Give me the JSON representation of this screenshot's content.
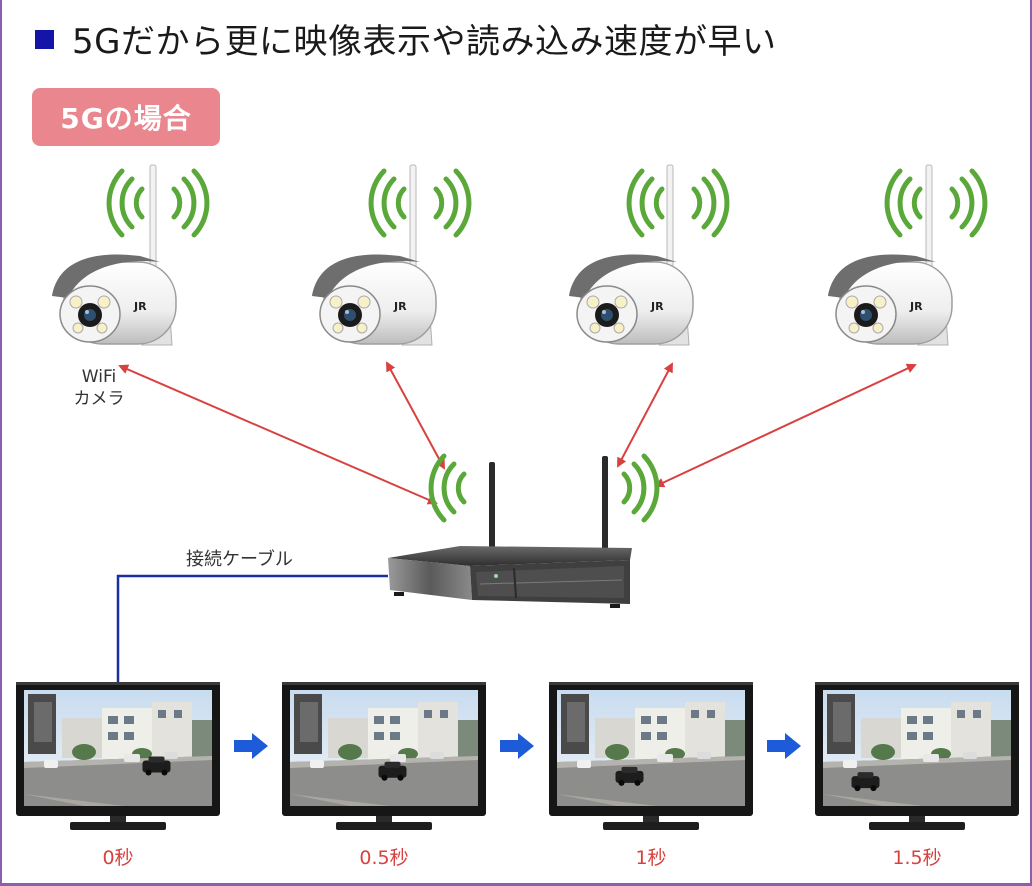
{
  "header": {
    "title": "5Gだから更に映像表示や読み込み速度が早い"
  },
  "badge": {
    "label": "5Gの場合"
  },
  "labels": {
    "camera_line1": "WiFi",
    "camera_line2": "カメラ",
    "cable": "接続ケーブル"
  },
  "monitors": [
    {
      "time": "0秒",
      "car_progress": 0.75
    },
    {
      "time": "0.5秒",
      "car_progress": 0.55
    },
    {
      "time": "1秒",
      "car_progress": 0.35
    },
    {
      "time": "1.5秒",
      "car_progress": 0.15
    }
  ],
  "colors": {
    "accent_square": "#1414a8",
    "badge_bg": "#e9868e",
    "signal_wave": "#5aa83a",
    "arrow_red": "#d8413f",
    "cable_blue": "#1a2fa0",
    "flow_arrow": "#1e5bd8",
    "time_text": "#d8413f"
  },
  "icons": [
    "wifi-camera-icon",
    "signal-waves-icon",
    "nvr-recorder-icon",
    "monitor-icon",
    "right-arrow-icon"
  ]
}
